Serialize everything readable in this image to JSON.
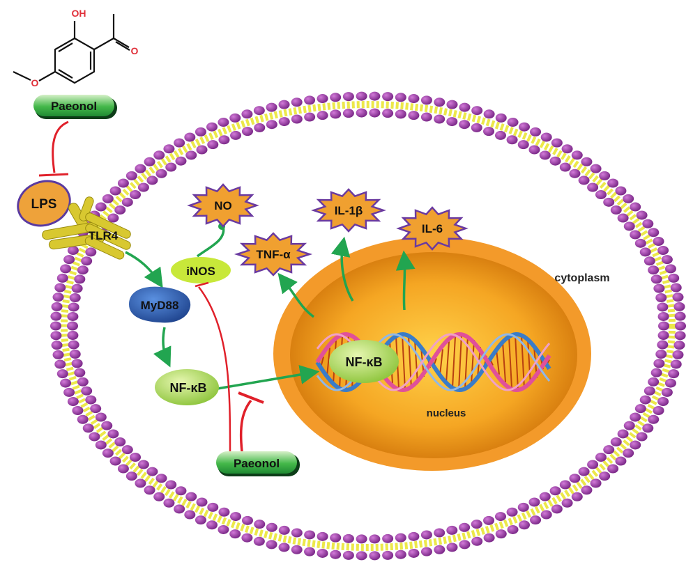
{
  "molecule": {
    "hydroxyl": "OH",
    "carbonyl_oxygen": "O",
    "methoxy_oxygen": "O"
  },
  "labels": {
    "paeonol_top": "Paeonol",
    "paeonol_bottom": "Paeonol",
    "lps": "LPS",
    "tlr4": "TLR4",
    "myd88": "MyD88",
    "nfkb_cyto": "NF-κB",
    "nfkb_nuclear": "NF-κB",
    "inos": "iNOS",
    "no": "NO",
    "tnf": "TNF-α",
    "il1b": "IL-1β",
    "il6": "IL-6",
    "cytoplasm": "cytoplasm",
    "nucleus": "nucleus"
  },
  "colors": {
    "membrane_head": "#9b3fa6",
    "membrane_tail": "#e8e63a",
    "activation_arrow": "#22a550",
    "inhibition": "#e0202a",
    "cytokine_fill": "#f0a030",
    "cytokine_outline": "#6a3aa0",
    "nucleus": "#f4a020",
    "paeonol": "#3cb04a",
    "myd88": "#2e5fb0",
    "nfkb": "#9ed04a"
  }
}
